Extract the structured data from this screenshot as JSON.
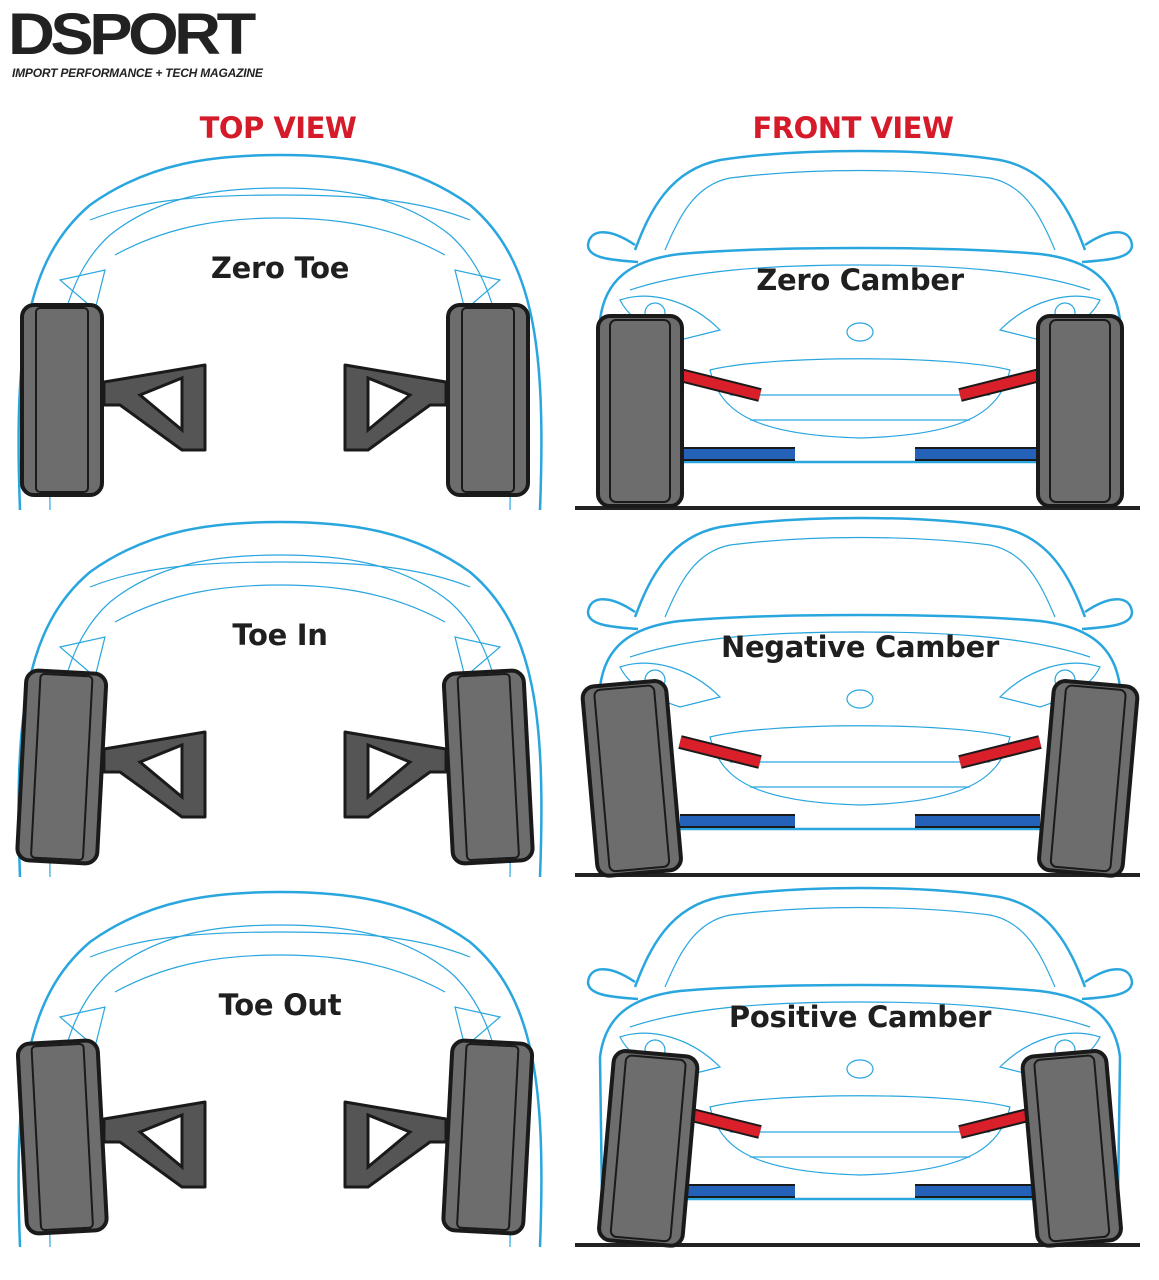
{
  "brand": {
    "name": "DSPORT",
    "tagline": "IMPORT PERFORMANCE + TECH MAGAZINE"
  },
  "headings": {
    "top_view": "TOP VIEW",
    "front_view": "FRONT VIEW"
  },
  "top_view": [
    {
      "label": "Zero Toe",
      "toe": "zero"
    },
    {
      "label": "Toe In",
      "toe": "in"
    },
    {
      "label": "Toe Out",
      "toe": "out"
    }
  ],
  "front_view": [
    {
      "label": "Zero Camber",
      "camber": "zero"
    },
    {
      "label": "Negative Camber",
      "camber": "negative"
    },
    {
      "label": "Positive Camber",
      "camber": "positive"
    }
  ],
  "colors": {
    "heading": "#d51b2a",
    "outline": "#2aa6df",
    "tire_fill": "#6d6d6d",
    "upper_arm": "#d81f2a",
    "lower_arm": "#2461b8",
    "ground": "#222222"
  }
}
